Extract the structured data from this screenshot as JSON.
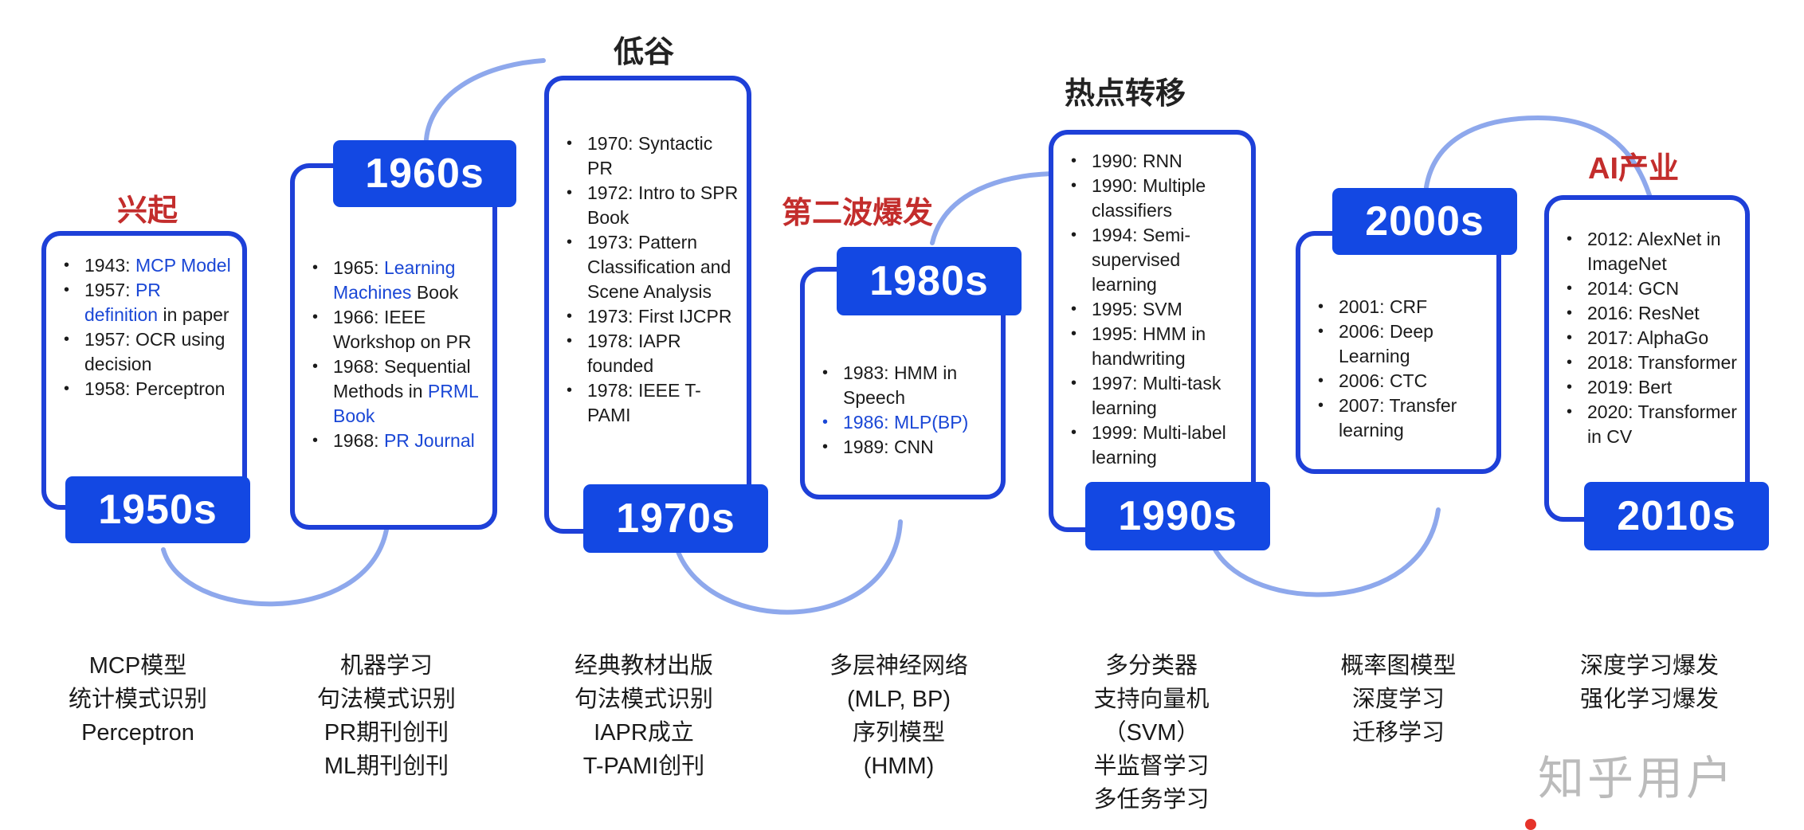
{
  "eras": [
    {
      "decade": "1950s",
      "stage": "兴起",
      "items": [
        {
          "pre": "1943: ",
          "link": "MCP Model",
          "post": ""
        },
        {
          "pre": "1957: ",
          "link": "PR definition",
          "post": " in paper"
        },
        {
          "pre": "1957: OCR using decision",
          "link": "",
          "post": ""
        },
        {
          "pre": "1958: Perceptron",
          "link": "",
          "post": ""
        }
      ],
      "summary": [
        "MCP模型",
        "统计模式识别",
        "Perceptron"
      ]
    },
    {
      "decade": "1960s",
      "stage": "",
      "items": [
        {
          "pre": "1965: ",
          "link": "Learning Machines",
          "post": " Book"
        },
        {
          "pre": "1966: IEEE Workshop on PR",
          "link": "",
          "post": ""
        },
        {
          "pre": "1968: Sequential Methods in ",
          "link": "PRML Book",
          "post": ""
        },
        {
          "pre": "1968: ",
          "link": "PR Journal",
          "post": ""
        }
      ],
      "summary": [
        "机器学习",
        "句法模式识别",
        "PR期刊创刊",
        "ML期刊创刊"
      ]
    },
    {
      "decade": "1970s",
      "stage": "低谷",
      "items": [
        {
          "pre": "1970: Syntactic PR",
          "link": "",
          "post": ""
        },
        {
          "pre": "1972: Intro to SPR Book",
          "link": "",
          "post": ""
        },
        {
          "pre": "1973: Pattern Classification and Scene Analysis",
          "link": "",
          "post": ""
        },
        {
          "pre": "1973: First IJCPR",
          "link": "",
          "post": ""
        },
        {
          "pre": "1978: IAPR founded",
          "link": "",
          "post": ""
        },
        {
          "pre": "1978: IEEE T-PAMI",
          "link": "",
          "post": ""
        }
      ],
      "summary": [
        "经典教材出版",
        "句法模式识别",
        "IAPR成立",
        "T-PAMI创刊"
      ]
    },
    {
      "decade": "1980s",
      "stage": "第二波爆发",
      "items": [
        {
          "pre": "1983: HMM in Speech",
          "link": "",
          "post": ""
        },
        {
          "pre": "1986: MLP(BP)",
          "link": "",
          "post": "",
          "highlight": true
        },
        {
          "pre": "1989: CNN",
          "link": "",
          "post": ""
        }
      ],
      "summary": [
        "多层神经网络",
        "(MLP, BP)",
        "序列模型",
        "(HMM)"
      ]
    },
    {
      "decade": "1990s",
      "stage": "热点转移",
      "items": [
        {
          "pre": "1990: RNN",
          "link": "",
          "post": ""
        },
        {
          "pre": "1990: Multiple classifiers",
          "link": "",
          "post": ""
        },
        {
          "pre": "1994: Semi-supervised learning",
          "link": "",
          "post": ""
        },
        {
          "pre": "1995: SVM",
          "link": "",
          "post": ""
        },
        {
          "pre": "1995: HMM in handwriting",
          "link": "",
          "post": ""
        },
        {
          "pre": "1997: Multi-task learning",
          "link": "",
          "post": ""
        },
        {
          "pre": "1999: Multi-label learning",
          "link": "",
          "post": ""
        }
      ],
      "summary": [
        "多分类器",
        "支持向量机",
        "（SVM）",
        "半监督学习",
        "多任务学习"
      ]
    },
    {
      "decade": "2000s",
      "stage": "",
      "items": [
        {
          "pre": "2001: CRF",
          "link": "",
          "post": ""
        },
        {
          "pre": "2006: Deep Learning",
          "link": "",
          "post": ""
        },
        {
          "pre": "2006: CTC",
          "link": "",
          "post": ""
        },
        {
          "pre": "2007: Transfer learning",
          "link": "",
          "post": ""
        }
      ],
      "summary": [
        "概率图模型",
        "深度学习",
        "迁移学习"
      ]
    },
    {
      "decade": "2010s",
      "stage": "AI产业",
      "items": [
        {
          "pre": "2012: AlexNet in ImageNet",
          "link": "",
          "post": ""
        },
        {
          "pre": "2014: GCN",
          "link": "",
          "post": ""
        },
        {
          "pre": "2016: ResNet",
          "link": "",
          "post": ""
        },
        {
          "pre": "2017: AlphaGo",
          "link": "",
          "post": ""
        },
        {
          "pre": "2018: Transformer",
          "link": "",
          "post": ""
        },
        {
          "pre": "2019: Bert",
          "link": "",
          "post": ""
        },
        {
          "pre": "2020: Transformer in CV",
          "link": "",
          "post": ""
        }
      ],
      "summary": [
        "深度学习爆发",
        "强化学习爆发"
      ]
    }
  ],
  "watermark": "知乎用户",
  "colors": {
    "card_border": "#1e40d8",
    "pill": "#1348e3",
    "connector": "#8ea8ec",
    "stage_red": "#c32d2c",
    "stage_dark": "#222222",
    "link": "#1a47d6"
  }
}
